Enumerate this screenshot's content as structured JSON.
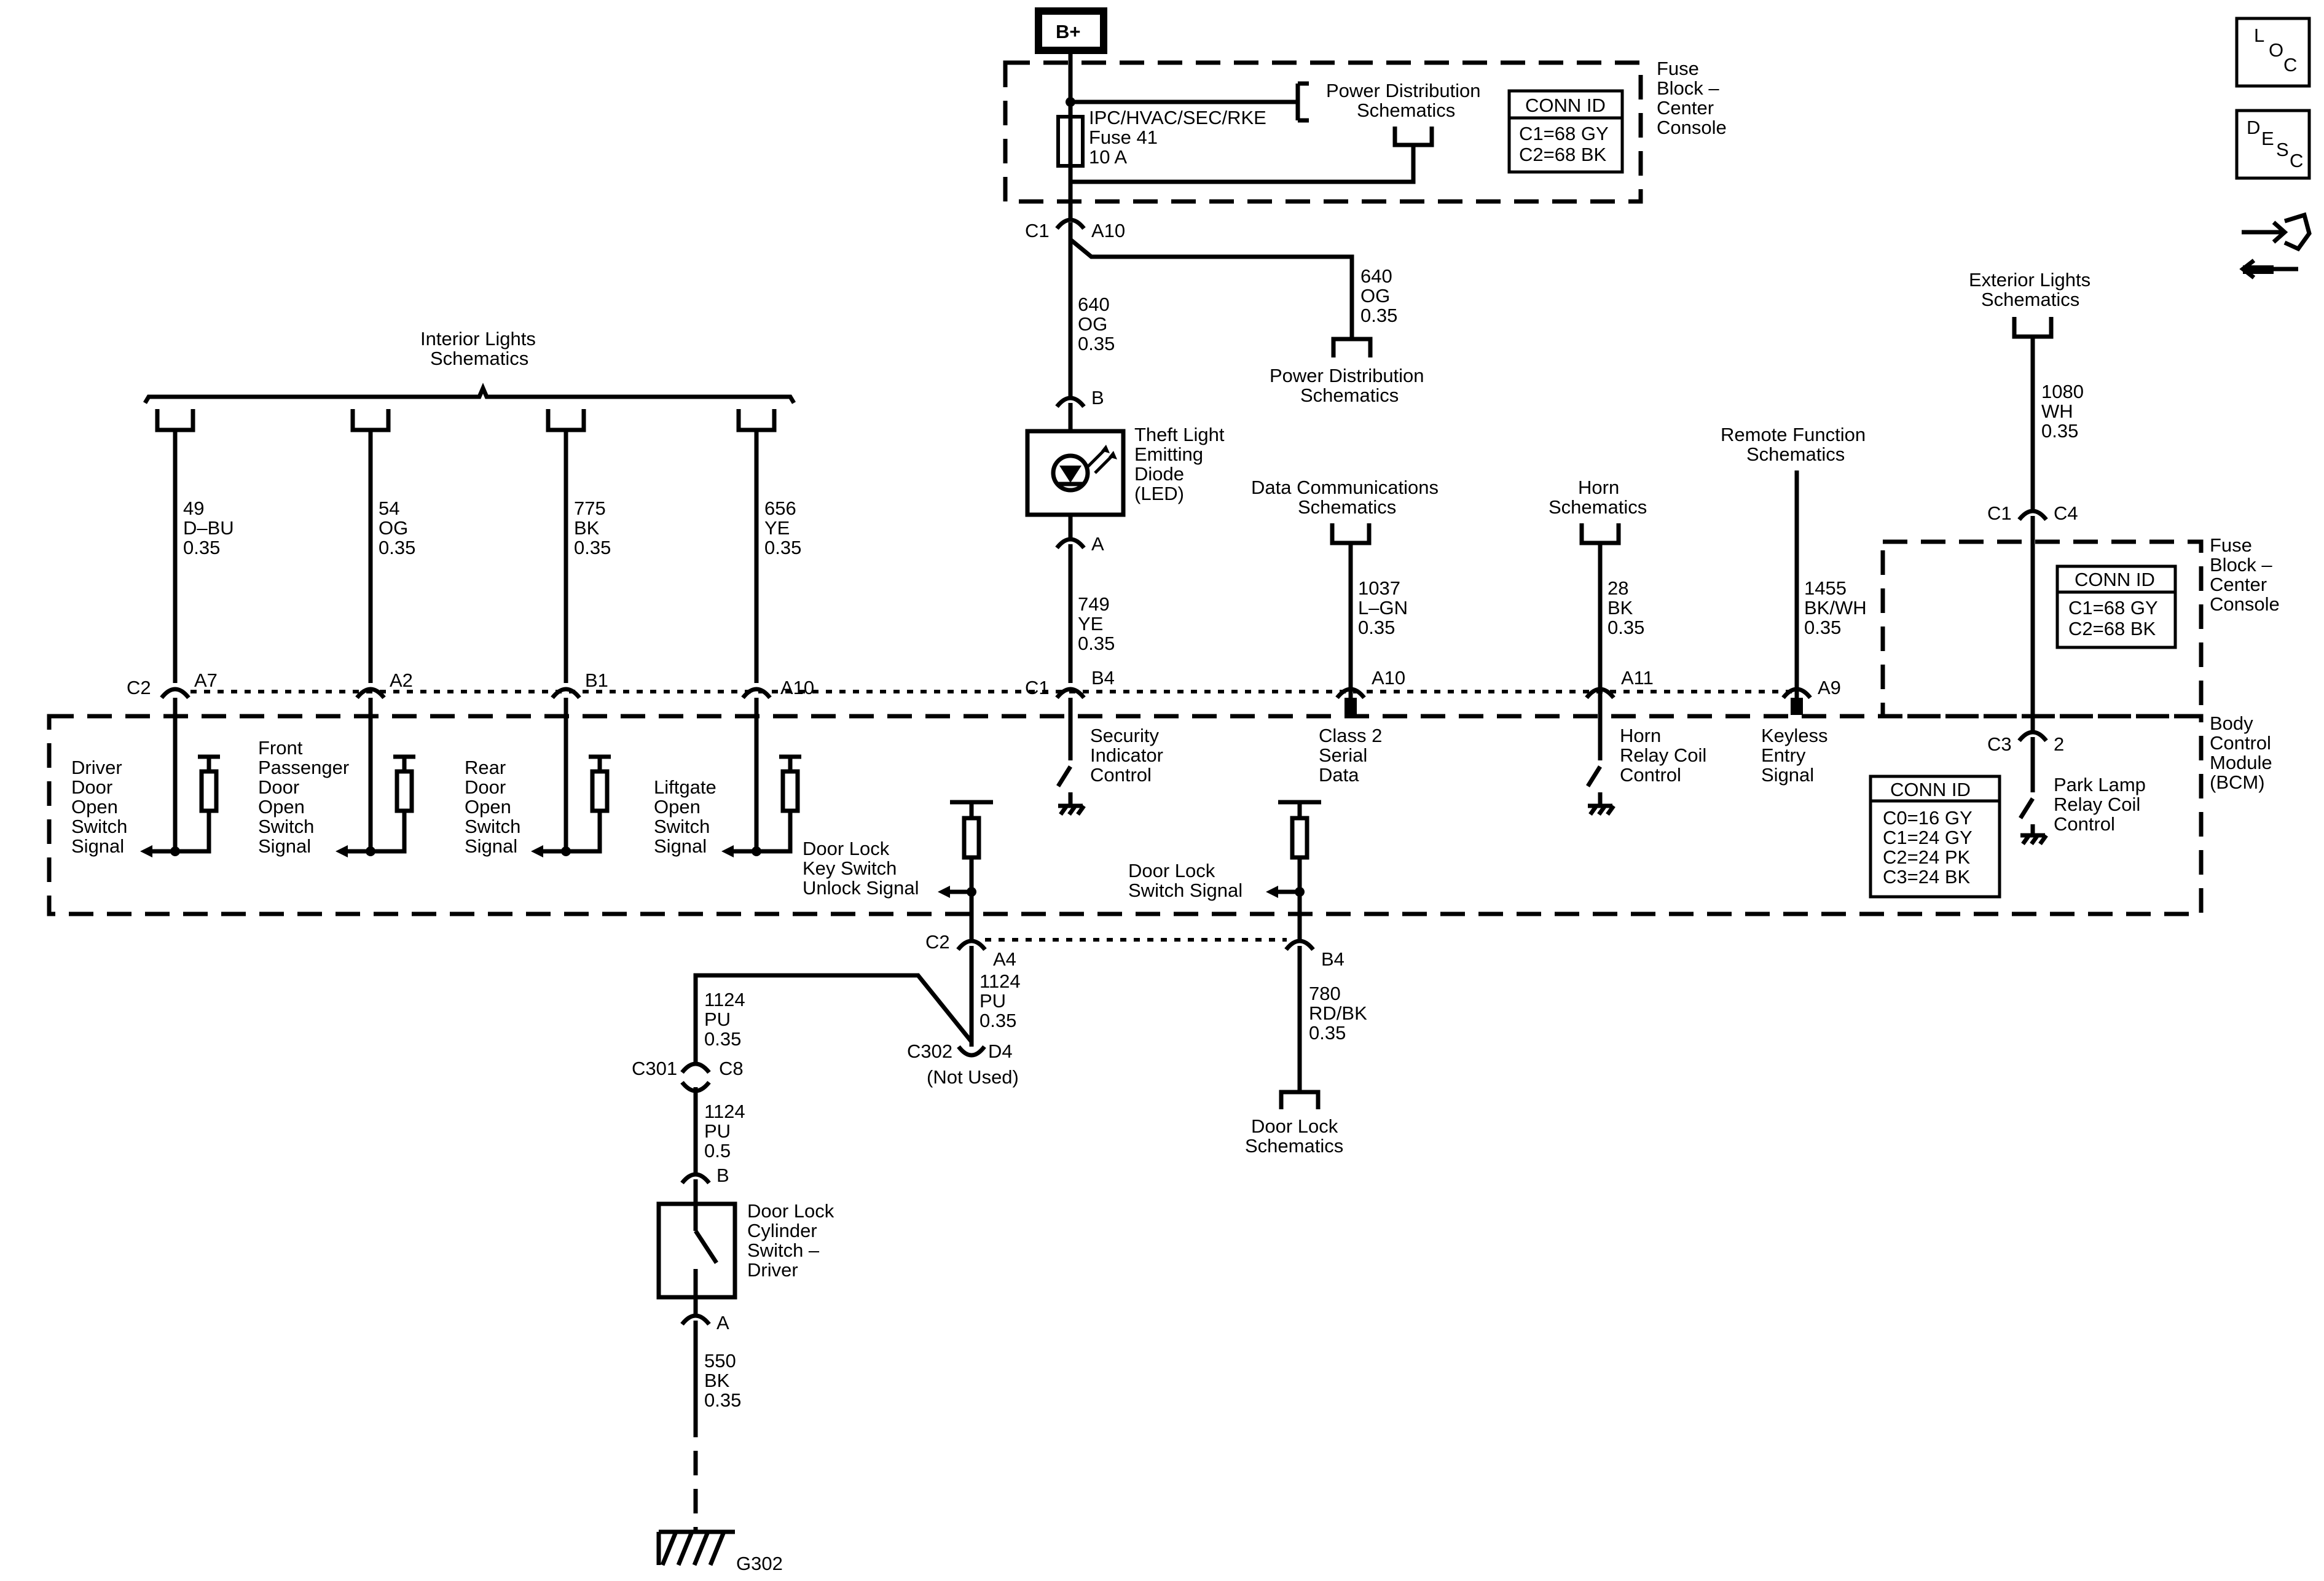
{
  "b_plus": "B+",
  "icons": {
    "loc_l": "L",
    "loc_o": "O",
    "loc_c": "C",
    "desc_d": "D",
    "desc_e": "E",
    "desc_s": "S",
    "desc_c": "C",
    "connector_icon": "connector-end-view-icon"
  },
  "fuse_block_top": {
    "title": [
      "Fuse",
      "Block –",
      "Center",
      "Console"
    ],
    "fuse": [
      "IPC/HVAC/SEC/RKE",
      "Fuse 41",
      "10 A"
    ],
    "power_dist": [
      "Power Distribution",
      "Schematics"
    ],
    "conn_id": {
      "title": "CONN ID",
      "rows": [
        "C1=68 GY",
        "C2=68 BK"
      ]
    }
  },
  "fuse_block_right": {
    "title": [
      "Fuse",
      "Block –",
      "Center",
      "Console"
    ],
    "conn_id": {
      "title": "CONN ID",
      "rows": [
        "C1=68 GY",
        "C2=68 BK"
      ]
    }
  },
  "bcm": {
    "title": [
      "Body",
      "Control",
      "Module",
      "(BCM)"
    ],
    "conn_id": {
      "title": "CONN ID",
      "rows": [
        "C0=16 GY",
        "C1=24 GY",
        "C2=24 PK",
        "C3=24 BK"
      ]
    }
  },
  "fuse_out": {
    "connector": "C1",
    "pin": "A10"
  },
  "splice_wire": {
    "wire": [
      "640",
      "OG",
      "0.35"
    ],
    "dest": [
      "Power Distribution",
      "Schematics"
    ]
  },
  "led": {
    "wire_in": [
      "640",
      "OG",
      "0.35"
    ],
    "pin_top": "B",
    "pin_bottom": "A",
    "label": [
      "Theft Light",
      "Emitting",
      "Diode",
      "(LED)"
    ],
    "wire_out": [
      "749",
      "YE",
      "0.35"
    ],
    "bcm_connector": "C1",
    "bcm_pin": "B4",
    "function": [
      "Security",
      "Indicator",
      "Control"
    ]
  },
  "interior_lights": {
    "title": [
      "Interior Lights",
      "Schematics"
    ],
    "circuits": [
      {
        "wire": [
          "49",
          "D–BU",
          "0.35"
        ],
        "connector": "C2",
        "pin": "A7",
        "signal": [
          "Driver",
          "Door",
          "Open",
          "Switch",
          "Signal"
        ]
      },
      {
        "wire": [
          "54",
          "OG",
          "0.35"
        ],
        "connector": "",
        "pin": "A2",
        "signal": [
          "Front",
          "Passenger",
          "Door",
          "Open",
          "Switch",
          "Signal"
        ]
      },
      {
        "wire": [
          "775",
          "BK",
          "0.35"
        ],
        "connector": "",
        "pin": "B1",
        "signal": [
          "Rear",
          "Door",
          "Open",
          "Switch",
          "Signal"
        ]
      },
      {
        "wire": [
          "656",
          "YE",
          "0.35"
        ],
        "connector": "",
        "pin": "A10",
        "signal": [
          "Liftgate",
          "Open",
          "Switch",
          "Signal"
        ]
      }
    ]
  },
  "data_comm": {
    "title": [
      "Data Communications",
      "Schematics"
    ],
    "wire": [
      "1037",
      "L–GN",
      "0.35"
    ],
    "pin": "A10",
    "function": [
      "Class 2",
      "Serial",
      "Data"
    ]
  },
  "horn": {
    "title": [
      "Horn",
      "Schematics"
    ],
    "wire": [
      "28",
      "BK",
      "0.35"
    ],
    "pin": "A11",
    "function": [
      "Horn",
      "Relay Coil",
      "Control"
    ]
  },
  "remote": {
    "title": [
      "Remote Function",
      "Schematics"
    ],
    "wire": [
      "1455",
      "BK/WH",
      "0.35"
    ],
    "pin": "A9",
    "function": [
      "Keyless",
      "Entry",
      "Signal"
    ]
  },
  "exterior": {
    "title": [
      "Exterior Lights",
      "Schematics"
    ],
    "wire": [
      "1080",
      "WH",
      "0.35"
    ],
    "fb_connector": "C1",
    "fb_pin": "C4",
    "bcm_connector": "C3",
    "bcm_pin": "2",
    "function": [
      "Park Lamp",
      "Relay Coil",
      "Control"
    ]
  },
  "door_lock_key": {
    "signal": [
      "Door Lock",
      "Key Switch",
      "Unlock Signal"
    ],
    "connector": "C2",
    "pin": "A4",
    "wire": [
      "1124",
      "PU",
      "0.35"
    ],
    "splice_connector": "C302",
    "splice_pin": "D4",
    "not_used": "(Not Used)"
  },
  "door_lock_switch": {
    "signal": [
      "Door Lock",
      "Switch Signal"
    ],
    "pin": "B4",
    "wire": [
      "780",
      "RD/BK",
      "0.35"
    ],
    "dest": [
      "Door Lock",
      "Schematics"
    ]
  },
  "driver_switch": {
    "wire_top": [
      "1124",
      "PU",
      "0.35"
    ],
    "connector": "C301",
    "pin": "C8",
    "wire_mid": [
      "1124",
      "PU",
      "0.5"
    ],
    "pin_top": "B",
    "pin_bottom": "A",
    "label": [
      "Door Lock",
      "Cylinder",
      "Switch –",
      "Driver"
    ],
    "wire_ground": [
      "550",
      "BK",
      "0.35"
    ],
    "ground": "G302"
  }
}
